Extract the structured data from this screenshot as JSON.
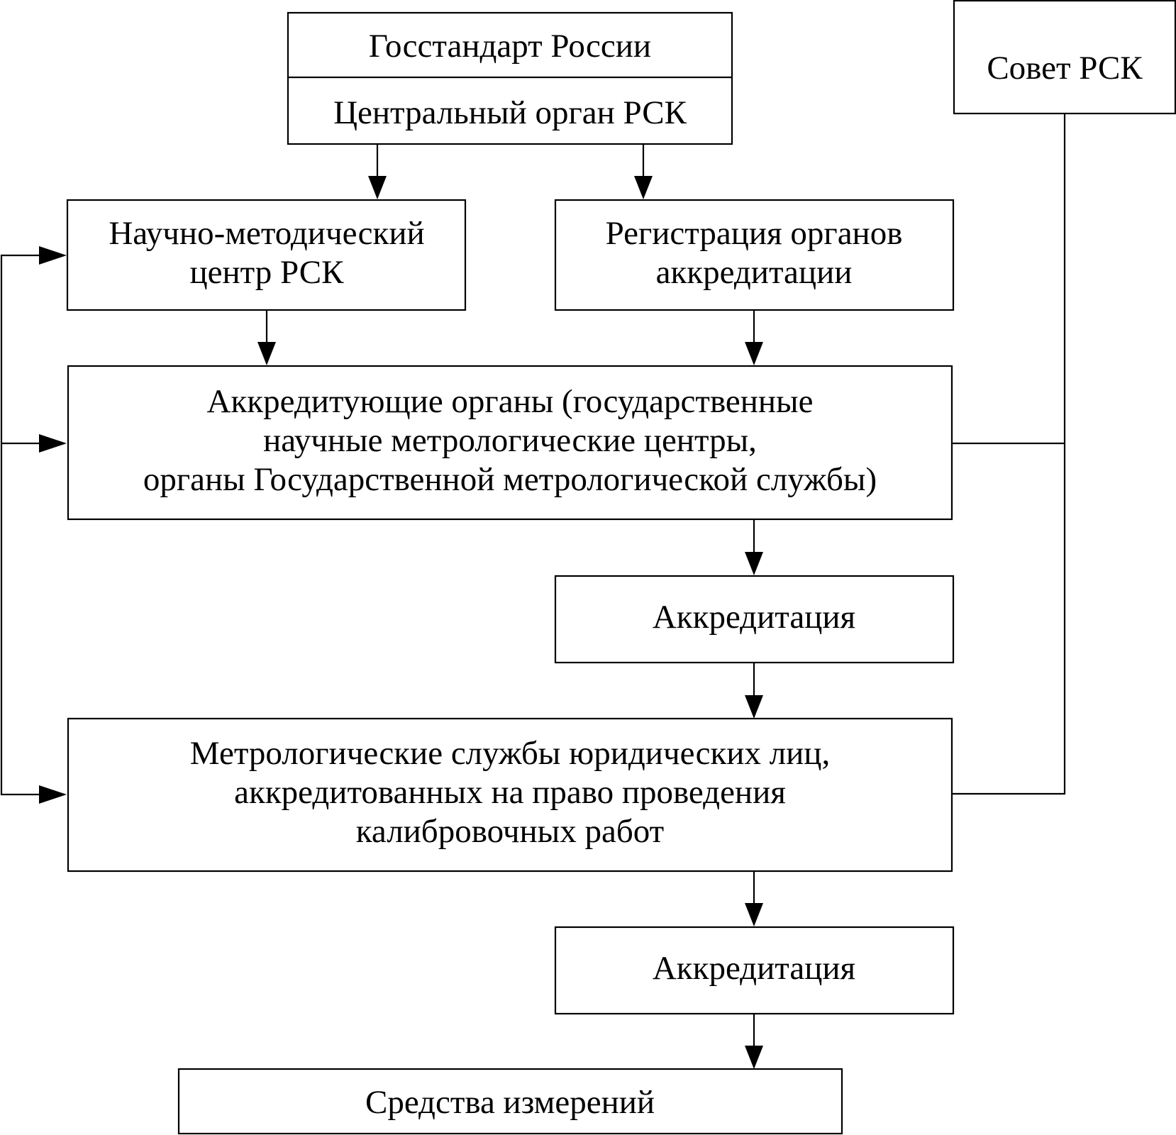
{
  "diagram": {
    "type": "flowchart",
    "boxes": {
      "gosstandart": "Госстандарт России",
      "central_organ": "Центральный орган РСК",
      "sovet": "Совет РСК",
      "scientific_center": [
        "Научно-методический",
        "центр РСК"
      ],
      "registration": [
        "Регистрация органов",
        "аккредитации"
      ],
      "accrediting_bodies": [
        "Аккредитующие органы (государственные",
        "научные метрологические центры,",
        "органы Государственной метрологической службы)"
      ],
      "accreditation_1": "Аккредитация",
      "metrology_services": [
        "Метрологические службы юридических лиц,",
        "аккредитованных на право проведения",
        "калибровочных работ"
      ],
      "accreditation_2": "Аккредитация",
      "measuring_instruments": "Средства измерений"
    },
    "edges": [
      {
        "from": "central_organ",
        "to": "scientific_center",
        "arrow": true
      },
      {
        "from": "central_organ",
        "to": "registration",
        "arrow": true
      },
      {
        "from": "scientific_center",
        "to": "accrediting_bodies",
        "arrow": true
      },
      {
        "from": "registration",
        "to": "accrediting_bodies",
        "arrow": true
      },
      {
        "from": "accrediting_bodies",
        "to": "accreditation_1",
        "arrow": true
      },
      {
        "from": "accreditation_1",
        "to": "metrology_services",
        "arrow": true
      },
      {
        "from": "metrology_services",
        "to": "accreditation_2",
        "arrow": true
      },
      {
        "from": "accreditation_2",
        "to": "measuring_instruments",
        "arrow": true
      },
      {
        "from": "sovet",
        "to": "accrediting_bodies",
        "arrow": false
      },
      {
        "from": "sovet",
        "to": "metrology_services",
        "arrow": false
      },
      {
        "from": "left-bus",
        "to": "scientific_center",
        "arrow": true
      },
      {
        "from": "left-bus",
        "to": "accrediting_bodies",
        "arrow": true
      },
      {
        "from": "left-bus",
        "to": "metrology_services",
        "arrow": true
      }
    ],
    "colors": {
      "stroke": "#000000",
      "fill": "#ffffff",
      "text": "#000000"
    }
  }
}
